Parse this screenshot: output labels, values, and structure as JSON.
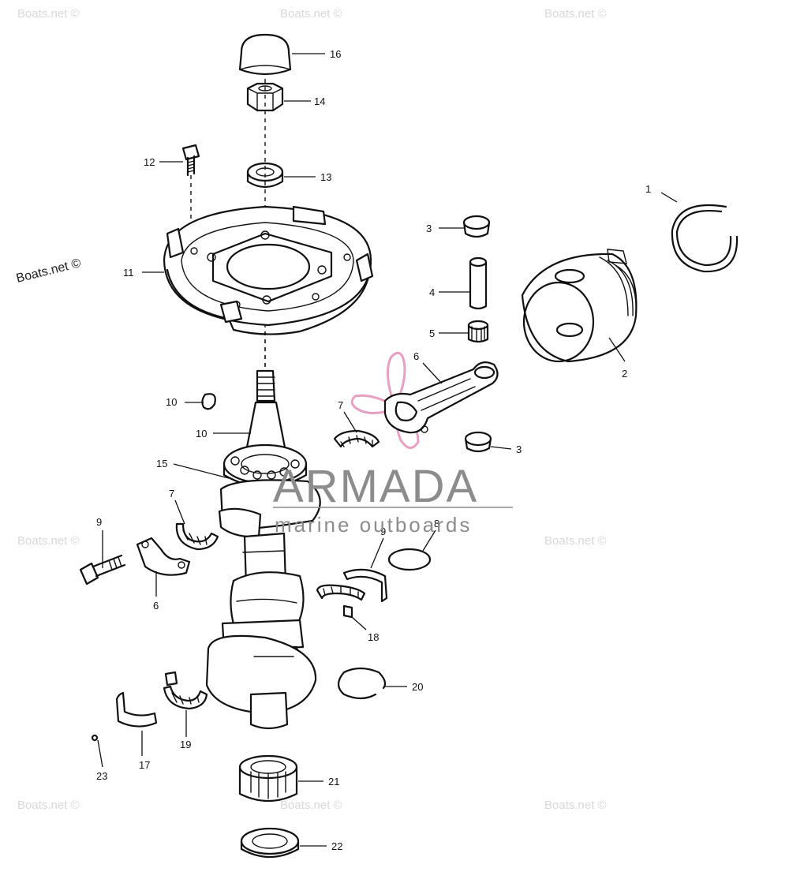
{
  "diagram": {
    "callouts": [
      {
        "id": "c1",
        "text": "1"
      },
      {
        "id": "c2",
        "text": "2"
      },
      {
        "id": "c3a",
        "text": "3"
      },
      {
        "id": "c3b",
        "text": "3"
      },
      {
        "id": "c4",
        "text": "4"
      },
      {
        "id": "c5",
        "text": "5"
      },
      {
        "id": "c6a",
        "text": "6"
      },
      {
        "id": "c6b",
        "text": "6"
      },
      {
        "id": "c7a",
        "text": "7"
      },
      {
        "id": "c7b",
        "text": "7"
      },
      {
        "id": "c8",
        "text": "8"
      },
      {
        "id": "c9a",
        "text": "9"
      },
      {
        "id": "c9b",
        "text": "9"
      },
      {
        "id": "c10a",
        "text": "10"
      },
      {
        "id": "c10b",
        "text": "10"
      },
      {
        "id": "c11",
        "text": "11"
      },
      {
        "id": "c12",
        "text": "12"
      },
      {
        "id": "c13",
        "text": "13"
      },
      {
        "id": "c14",
        "text": "14"
      },
      {
        "id": "c15",
        "text": "15"
      },
      {
        "id": "c16",
        "text": "16"
      },
      {
        "id": "c17",
        "text": "17"
      },
      {
        "id": "c18",
        "text": "18"
      },
      {
        "id": "c19",
        "text": "19"
      },
      {
        "id": "c20",
        "text": "20"
      },
      {
        "id": "c21",
        "text": "21"
      },
      {
        "id": "c22",
        "text": "22"
      },
      {
        "id": "c23",
        "text": "23"
      }
    ]
  },
  "watermark": {
    "text": "Boats.net ©"
  },
  "brand": {
    "name": "ARMADA",
    "tagline": "marine outboards",
    "logo_color": "#e58fb8"
  }
}
